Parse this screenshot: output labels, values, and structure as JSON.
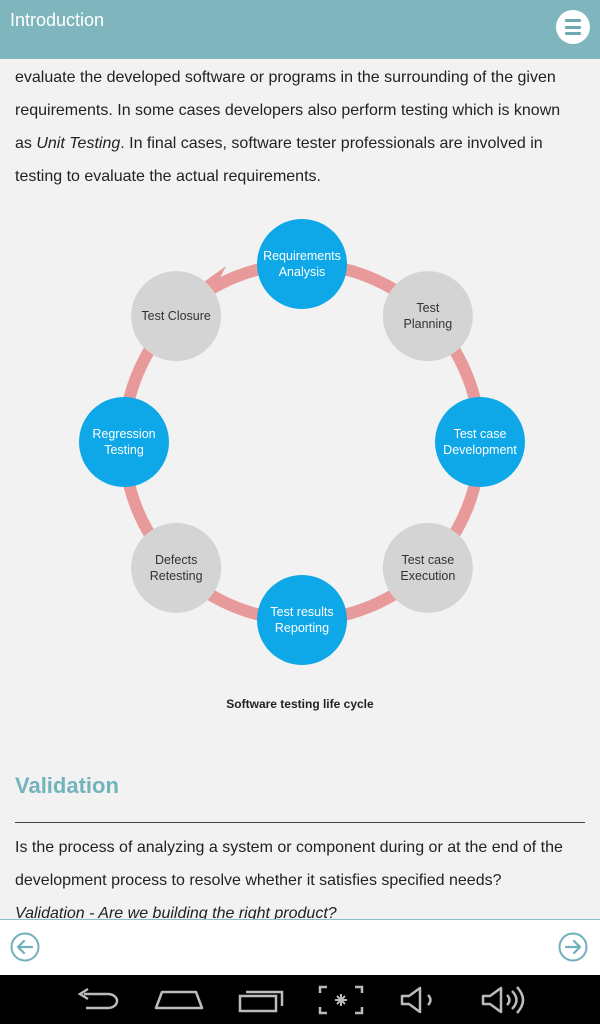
{
  "app": {
    "title": "Introduction"
  },
  "content": {
    "intro_line1": "evaluate the developed software or programs in the surrounding of the given",
    "intro_line2": "requirements. In some cases developers also perform testing which is known",
    "intro_line3_prefix": "as ",
    "intro_line3_em": "Unit Testing",
    "intro_line3_suffix": ". In final cases, software tester professionals are involved in",
    "intro_line4": "testing to evaluate the actual requirements.",
    "diagram": {
      "nodes": [
        {
          "l1": "Requirements",
          "l2": "Analysis",
          "color": "#0ea8e8"
        },
        {
          "l1": "Test",
          "l2": "Planning",
          "color": "#d4d4d4"
        },
        {
          "l1": "Test case",
          "l2": "Development",
          "color": "#0ea8e8"
        },
        {
          "l1": "Test case",
          "l2": "Execution",
          "color": "#d4d4d4"
        },
        {
          "l1": "Test results",
          "l2": "Reporting",
          "color": "#0ea8e8"
        },
        {
          "l1": "Defects",
          "l2": "Retesting",
          "color": "#d4d4d4"
        },
        {
          "l1": "Regression",
          "l2": "Testing",
          "color": "#0ea8e8"
        },
        {
          "l1": "Test Closure",
          "l2": "",
          "color": "#d4d4d4"
        }
      ],
      "ring_color": "#e89a9a"
    },
    "caption": "Software testing life cycle",
    "section_title": "Validation",
    "validation_line1": "Is the process of analyzing a system or component during or at the end of the",
    "validation_line2": "development process to resolve whether it satisfies specified needs?",
    "validation_line3": "Validation - Are we building the right product?"
  },
  "nav": {
    "prev": "arrow-left-icon",
    "next": "arrow-right-icon"
  },
  "colors": {
    "header": "#7fb6bd",
    "accent": "#73b3bc",
    "blue": "#0ea8e8",
    "grey": "#d4d4d4"
  }
}
